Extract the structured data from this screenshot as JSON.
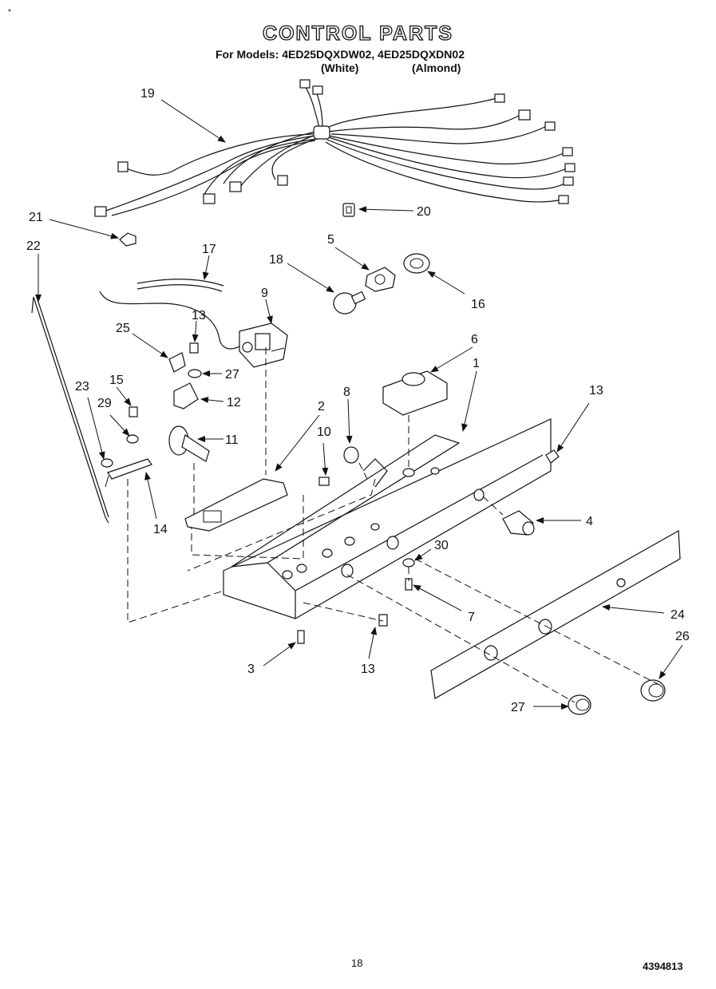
{
  "header": {
    "title": "CONTROL PARTS",
    "models_line": "For Models: 4ED25DQXDW02, 4ED25DQXDN02",
    "variant_white": "(White)",
    "variant_almond": "(Almond)"
  },
  "footer": {
    "page_number": "18",
    "document_number": "4394813"
  },
  "corner_mark": "*",
  "callouts": [
    "1",
    "2",
    "3",
    "4",
    "5",
    "6",
    "7",
    "8",
    "9",
    "10",
    "11",
    "12",
    "13",
    "13",
    "14",
    "15",
    "16",
    "17",
    "18",
    "19",
    "20",
    "21",
    "22",
    "23",
    "24",
    "25",
    "26",
    "27",
    "27",
    "29",
    "29",
    "29",
    "30"
  ]
}
